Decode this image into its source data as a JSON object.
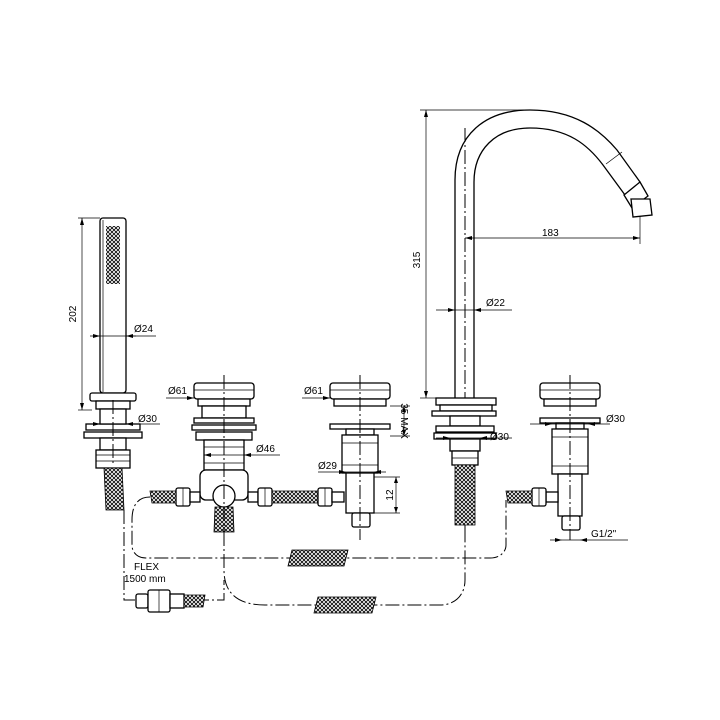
{
  "dimensions": {
    "shower_height": "202",
    "shower_dia": "Ø24",
    "shower_base_dia": "Ø30",
    "mixer_top_dia": "Ø61",
    "mixer_body_dia": "Ø46",
    "valve_top_dia": "Ø61",
    "valve_inlet_dia": "Ø29",
    "valve_max": "35 MAX",
    "valve_nut": "12",
    "spout_height": "315",
    "spout_reach": "183",
    "spout_dia": "Ø22",
    "spout_base_dia": "Ø30",
    "right_valve_dia": "Ø30",
    "thread": "G1/2\""
  },
  "flex": {
    "label": "FLEX",
    "length": "1500 mm"
  }
}
